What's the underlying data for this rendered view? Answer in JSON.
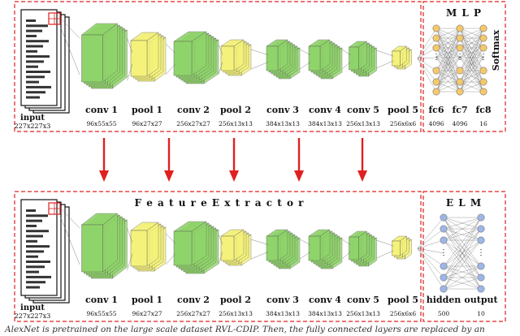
{
  "top": {
    "layers": [
      {
        "name": "conv 1",
        "dims": "96x55x55"
      },
      {
        "name": "pool 1",
        "dims": "96x27x27"
      },
      {
        "name": "conv 2",
        "dims": "256x27x27"
      },
      {
        "name": "pool 2",
        "dims": "256x13x13"
      },
      {
        "name": "conv 3",
        "dims": "384x13x13"
      },
      {
        "name": "conv 4",
        "dims": "384x13x13"
      },
      {
        "name": "conv 5",
        "dims": "256x13x13"
      },
      {
        "name": "pool 5",
        "dims": "256x6x6"
      }
    ],
    "head_title": "M L P",
    "head_side": "Softmax",
    "head_layers": [
      {
        "name": "fc6",
        "dims": "4096"
      },
      {
        "name": "fc7",
        "dims": "4096"
      },
      {
        "name": "fc8",
        "dims": "16"
      }
    ]
  },
  "bottom": {
    "title": "F e a t u r e   E x t r a c t o r",
    "layers": [
      {
        "name": "conv 1",
        "dims": "96x55x55"
      },
      {
        "name": "pool 1",
        "dims": "96x27x27"
      },
      {
        "name": "conv 2",
        "dims": "256x27x27"
      },
      {
        "name": "pool 2",
        "dims": "256x13x13"
      },
      {
        "name": "conv 3",
        "dims": "384x13x13"
      },
      {
        "name": "conv 4",
        "dims": "384x13x13"
      },
      {
        "name": "conv 5",
        "dims": "256x13x13"
      },
      {
        "name": "pool 5",
        "dims": "256x6x6"
      }
    ],
    "head_title": "E L M",
    "head_layers": [
      {
        "name": "hidden",
        "dims": "500"
      },
      {
        "name": "output",
        "dims": "10"
      }
    ]
  },
  "input": {
    "label": "input",
    "dims": "227x227x3"
  },
  "colors": {
    "conv": "#8fd46a",
    "pool": "#f4f27a",
    "border": "#e02020",
    "node": "#f5c86a",
    "node_elm": "#9db6e8",
    "arrow": "#e02020"
  },
  "caption": "AlexNet is pretrained on the large scale dataset RVL-CDIP. Then, the fully connected layers are replaced by an"
}
